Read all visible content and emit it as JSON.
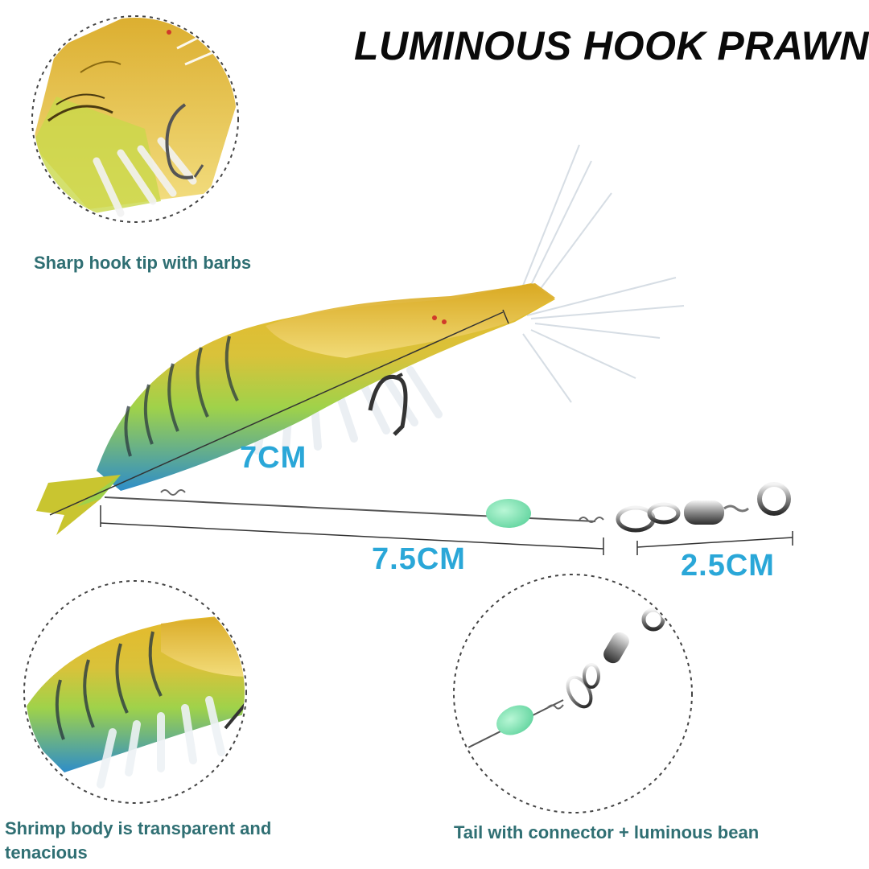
{
  "title": "LUMINOUS HOOK PRAWNS",
  "captions": {
    "hook_tip": "Sharp hook tip with barbs",
    "body": "Shrimp body is transparent and tenacious",
    "tail": "Tail with connector + luminous bean"
  },
  "dimensions": {
    "body_length": "7CM",
    "leader_length": "7.5CM",
    "swivel_length": "2.5CM"
  },
  "colors": {
    "title": "#0a0a0a",
    "caption": "#2f6f73",
    "dimension": "#2aa7d8",
    "shrimp_yellow": "#e8c22a",
    "shrimp_blue": "#2d8fc8",
    "shrimp_green": "#8fd14a",
    "luminous_bean": "#7de3b0"
  }
}
